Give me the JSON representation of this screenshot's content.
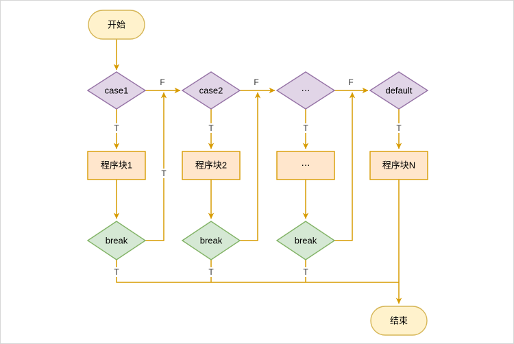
{
  "diagram": {
    "type": "flowchart",
    "nodes": {
      "start": "开始",
      "case1": "case1",
      "case2": "case2",
      "case_ellipsis": "⋯",
      "case_default": "default",
      "block1": "程序块1",
      "block2": "程序块2",
      "block_ellipsis": "⋯",
      "blockN": "程序块N",
      "break": "break",
      "end": "结束"
    },
    "edge_labels": {
      "T": "T",
      "F": "F"
    },
    "colors": {
      "edge": "#D79B00",
      "terminal_fill": "#FFF2CC",
      "terminal_stroke": "#D6B656",
      "decision_fill": "#E1D5E7",
      "decision_stroke": "#9673A6",
      "process_fill": "#FFE6CC",
      "process_stroke": "#D79B00",
      "break_fill": "#D5E8D4",
      "break_stroke": "#82B366",
      "label": "#333333"
    }
  }
}
